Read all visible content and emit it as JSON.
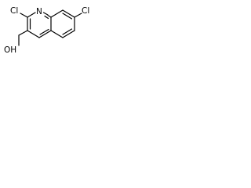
{
  "molecule": {
    "atoms": {
      "cl_left": "Cl",
      "cl_right": "Cl",
      "ring_nitrogen": "N",
      "hydroxyl": "OH"
    }
  },
  "colors": {
    "bond": "#000000",
    "label": "#000000",
    "background": "#ffffff"
  }
}
